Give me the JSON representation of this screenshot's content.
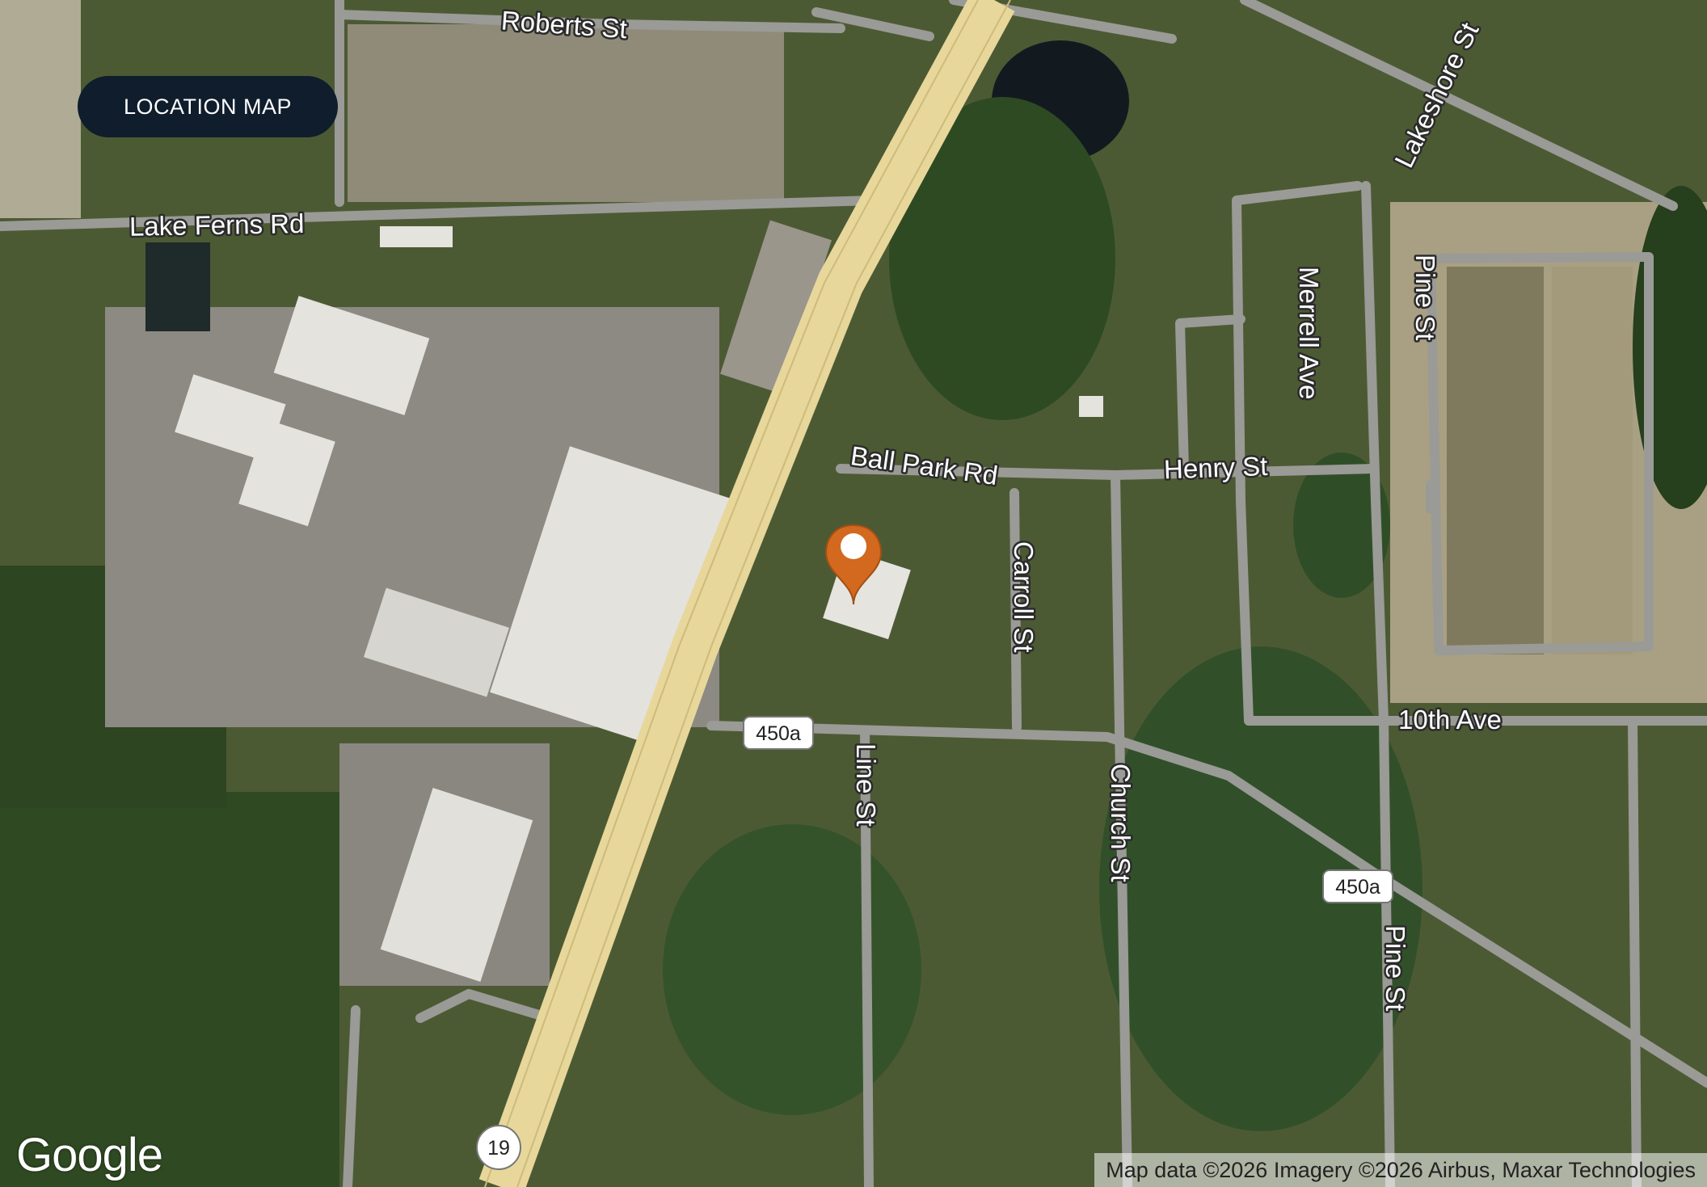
{
  "title": "LOCATION MAP",
  "roads": {
    "roberts_st": "Roberts St",
    "lake_ferns_rd": "Lake Ferns Rd",
    "lakeshore_st": "Lakeshore St",
    "pine_st_north": "Pine St",
    "merrell_ave": "Merrell Ave",
    "henry_st": "Henry St",
    "ball_park_rd": "Ball Park Rd",
    "carroll_st": "Carroll St",
    "tenth_ave": "10th Ave",
    "line_st": "Line St",
    "church_st": "Church St",
    "pine_st_south": "Pine St"
  },
  "shields": {
    "route_450a_west": "450a",
    "route_450a_east": "450a",
    "route_19": "19"
  },
  "logo": "Google",
  "attribution": "Map data ©2026 Imagery ©2026 Airbus, Maxar Technologies",
  "marker": {
    "color": "#d2691e",
    "icon": "map-pin-icon"
  },
  "colors": {
    "chip_background": "#0f1d2c",
    "highway": "#e8d79a",
    "road": "#9a9a96"
  }
}
